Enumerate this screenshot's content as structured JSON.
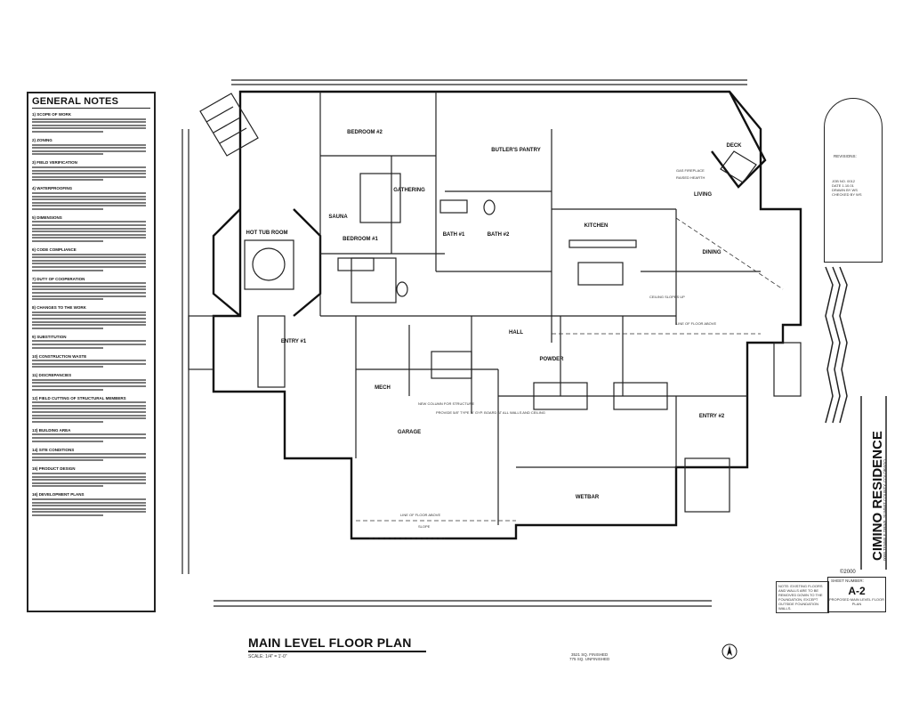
{
  "general_notes": {
    "title": "GENERAL NOTES",
    "sections": [
      {
        "heading": "1) SCOPE OF WORK",
        "lines": 5
      },
      {
        "heading": "2) ZONING",
        "lines": 4
      },
      {
        "heading": "3) FIELD VERIFICATION",
        "lines": 5
      },
      {
        "heading": "4) WATERPROOFING",
        "lines": 6
      },
      {
        "heading": "5) DIMENSIONS",
        "lines": 7
      },
      {
        "heading": "6) CODE COMPLIANCE",
        "lines": 6
      },
      {
        "heading": "7) DUTY OF COOPERATION",
        "lines": 6
      },
      {
        "heading": "8) CHANGES TO THE WORK",
        "lines": 6
      },
      {
        "heading": "9) SUBSTITUTION",
        "lines": 3
      },
      {
        "heading": "10) CONSTRUCTION WASTE",
        "lines": 3
      },
      {
        "heading": "11) DISCREPANCIES",
        "lines": 4
      },
      {
        "heading": "12) FIELD CUTTING OF STRUCTURAL MEMBERS",
        "lines": 7
      },
      {
        "heading": "13) BUILDING AREA",
        "lines": 3
      },
      {
        "heading": "14) SITE CONDITIONS",
        "lines": 3
      },
      {
        "heading": "15) PRODUCT DESIGN",
        "lines": 5
      },
      {
        "heading": "16) DEVELOPMENT PLANS",
        "lines": 6
      }
    ]
  },
  "plan": {
    "title": "MAIN LEVEL FLOOR PLAN",
    "scale": "SCALE: 1/4\" = 1'-0\"",
    "area_note": "3521 SQ. FINISHED\n775 SQ. UNFINISHED",
    "rooms": {
      "bedroom2": "BEDROOM #2",
      "gathering": "GATHERING",
      "butlers_pantry": "BUTLER'S PANTRY",
      "living": "LIVING",
      "dining": "DINING",
      "kitchen": "KITCHEN",
      "bedroom1": "BEDROOM #1",
      "bath1": "BATH #1",
      "bath2": "BATH #2",
      "hot_tub_room": "HOT TUB ROOM",
      "sauna": "SAUNA",
      "mech": "MECH",
      "garage": "GARAGE",
      "wetbar": "WETBAR",
      "entry": "ENTRY #1",
      "hall": "HALL",
      "powder": "POWDER",
      "deck": "DECK",
      "entry2": "ENTRY #2"
    },
    "notes": {
      "n1": "GAS FIREPLACE",
      "n2": "RAISED HEARTH",
      "n3": "CEILING SLOPES UP",
      "n4": "LINE OF FLOOR ABOVE",
      "n5": "NEW COLUMN FOR STRUCTURE",
      "n6": "PROVIDE 5/8\" TYPE 'X' GYP. BOARD AT ALL WALLS AND CEILING",
      "n7": "LINE OF FLOOR ABOVE",
      "n8": "SLOPE"
    },
    "copyright": "©2000"
  },
  "title_block": {
    "revisions_label": "REVISIONS:",
    "job_info": [
      "JOB NO.  0012",
      "DATE  1.10.01",
      "DRAWN BY  WS",
      "CHECKED BY  WS"
    ],
    "project_name": "CIMINO RESIDENCE",
    "project_address": "0000 TENMILE DRIVE, SUMMIT COUNTY, COLORADO",
    "sheet_label": "SHEET NUMBER:",
    "sheet_number": "A-2",
    "sheet_desc": "PROPOSED MAIN LEVEL FLOOR PLAN",
    "edge_note": "NOTE: EXISTING FLOORS AND WALLS ARE TO BE REMOVED DOWN TO THE FOUNDATION, EXCEPT OUTSIDE FOUNDATION WALLS."
  }
}
